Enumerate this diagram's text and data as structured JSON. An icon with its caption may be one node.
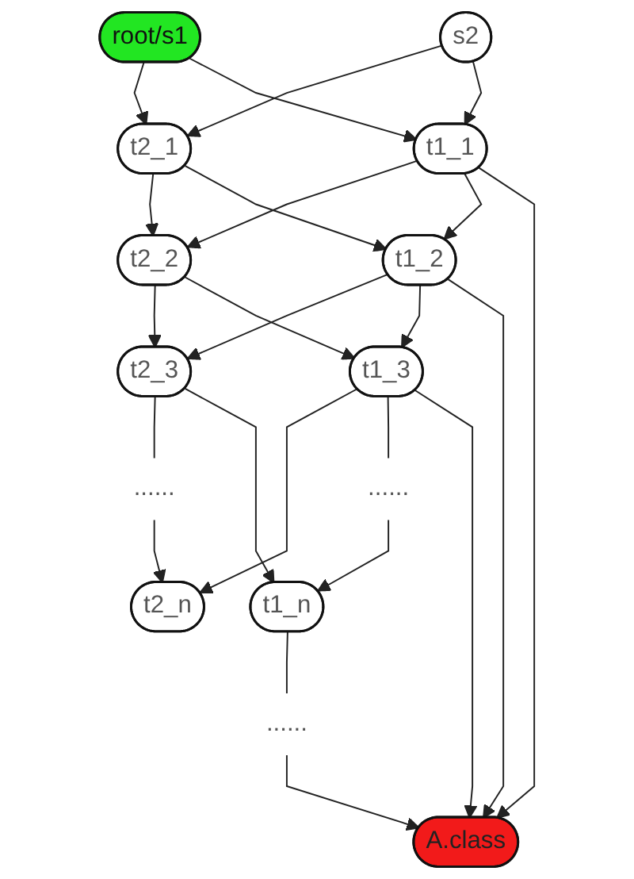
{
  "diagram": {
    "nodes": [
      {
        "text": [
          "root/s1"
        ]
      },
      {
        "text": [
          "s2"
        ]
      },
      {
        "text": [
          "t2_1"
        ]
      },
      {
        "text": [
          "t1_1"
        ]
      },
      {
        "text": [
          "A.class"
        ]
      },
      {
        "text": [
          "t2_2"
        ]
      },
      {
        "text": [
          "t1_2"
        ]
      },
      {
        "text": [
          "......"
        ]
      },
      {
        "text": [
          "t2_3"
        ]
      },
      {
        "text": [
          "t1_3"
        ]
      },
      {
        "text": [
          "......"
        ]
      },
      {
        "text": [
          "......"
        ]
      },
      {
        "text": [
          "t2_n"
        ]
      },
      {
        "text": [
          "t1_n"
        ]
      }
    ],
    "edges": [
      {
        "from": 0,
        "to": 2,
        "arrow": "to"
      },
      {
        "from": 0,
        "to": 3,
        "arrow": "to"
      },
      {
        "from": 1,
        "to": 2,
        "arrow": "to"
      },
      {
        "from": 1,
        "to": 3,
        "arrow": "to"
      },
      {
        "from": 2,
        "to": 5,
        "arrow": "to"
      },
      {
        "from": 2,
        "to": 6,
        "arrow": "to"
      },
      {
        "from": 3,
        "to": 5,
        "arrow": "to"
      },
      {
        "from": 3,
        "to": 6,
        "arrow": "to"
      },
      {
        "from": 3,
        "to": 4,
        "arrow": "to"
      },
      {
        "from": 5,
        "to": 8,
        "arrow": "to"
      },
      {
        "from": 5,
        "to": 9,
        "arrow": "to"
      },
      {
        "from": 6,
        "to": 8,
        "arrow": "to"
      },
      {
        "from": 6,
        "to": 9,
        "arrow": "to"
      },
      {
        "from": 6,
        "to": 4,
        "arrow": "to"
      },
      {
        "from": 8,
        "to": 10,
        "arrow": "none"
      },
      {
        "from": 8,
        "to": 13,
        "arrow": "to"
      },
      {
        "from": 9,
        "to": 12,
        "arrow": "to"
      },
      {
        "from": 9,
        "to": 11,
        "arrow": "none"
      },
      {
        "from": 9,
        "to": 4,
        "arrow": "to"
      },
      {
        "from": 10,
        "to": 12,
        "arrow": "to"
      },
      {
        "from": 11,
        "to": 13,
        "arrow": "to"
      },
      {
        "from": 13,
        "to": 7,
        "arrow": "none"
      },
      {
        "from": 7,
        "to": 4,
        "arrow": "to"
      }
    ]
  }
}
